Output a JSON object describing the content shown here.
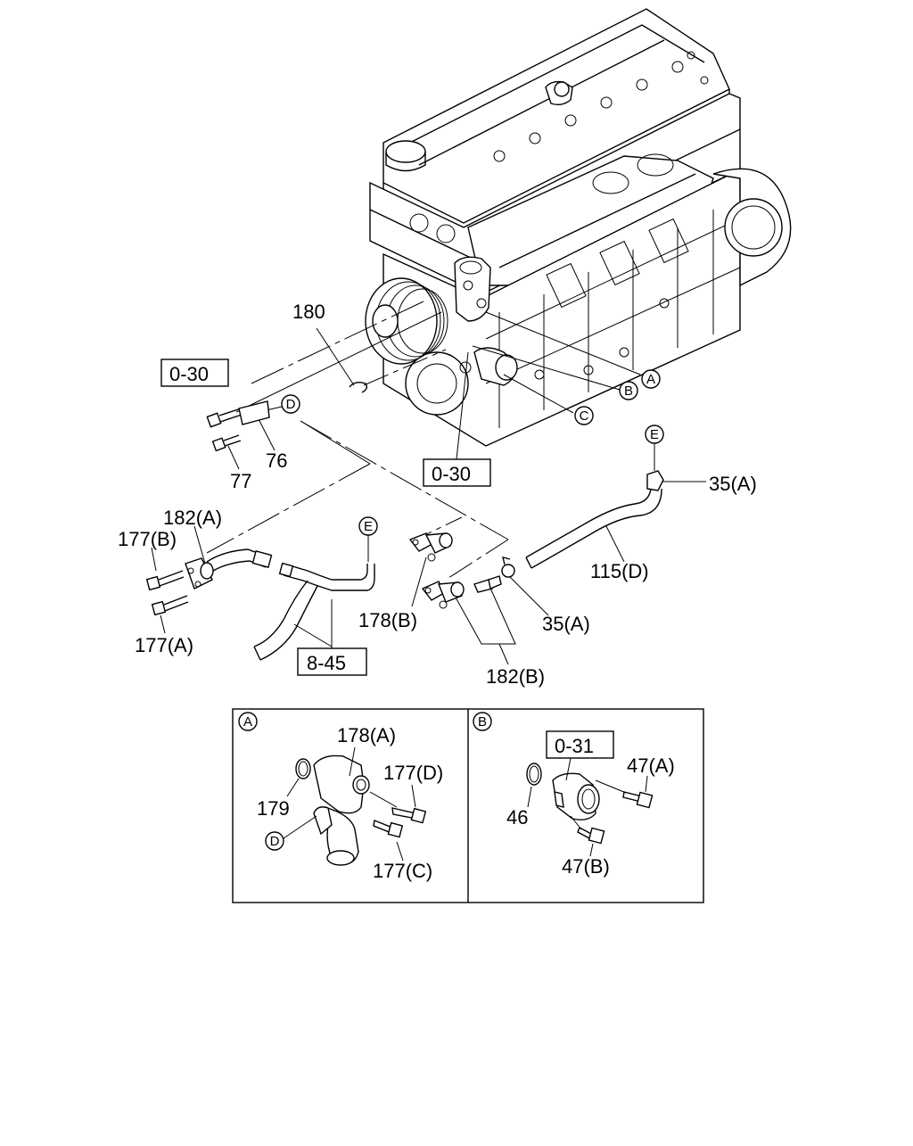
{
  "ref_boxes": {
    "ref_top_left": "0-30",
    "ref_center": "0-30",
    "ref_pipe": "8-45",
    "ref_detail_b": "0-31"
  },
  "callouts": {
    "p180": "180",
    "p76": "76",
    "p77": "77",
    "p35a_top": "35(A)",
    "p182a": "182(A)",
    "p177b": "177(B)",
    "p177a": "177(A)",
    "p115d": "115(D)",
    "p178b": "178(B)",
    "p35a_mid": "35(A)",
    "p182b": "182(B)"
  },
  "circle_markers": {
    "A": "A",
    "B": "B",
    "C": "C",
    "D": "D",
    "E": "E"
  },
  "detail_a": {
    "marker": "A",
    "p178a": "178(A)",
    "p177d": "177(D)",
    "p179": "179",
    "marker_d": "D",
    "p177c": "177(C)"
  },
  "detail_b": {
    "marker": "B",
    "p47a": "47(A)",
    "p46": "46",
    "p47b": "47(B)"
  }
}
